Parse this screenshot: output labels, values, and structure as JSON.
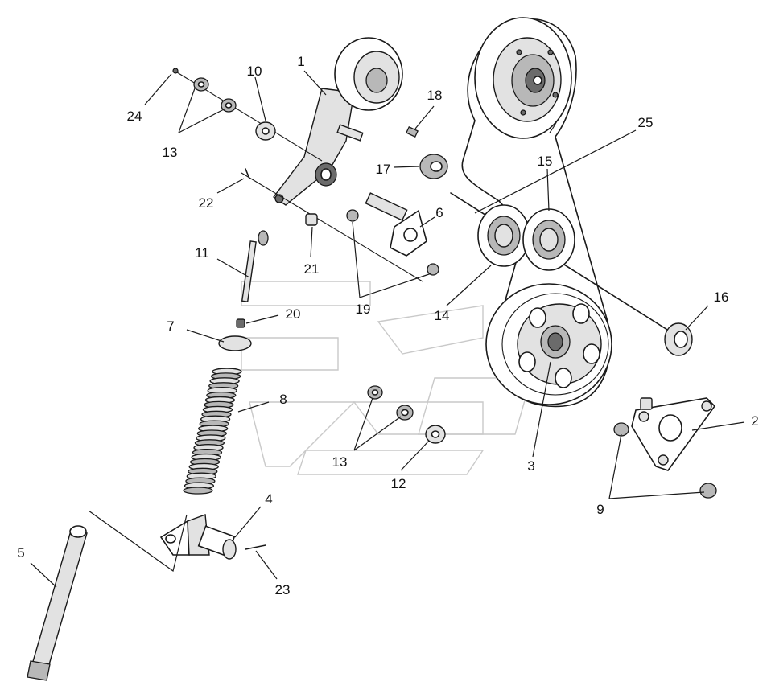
{
  "diagram": {
    "labels": [
      {
        "id": "1",
        "text": "1"
      },
      {
        "id": "2",
        "text": "2"
      },
      {
        "id": "3",
        "text": "3"
      },
      {
        "id": "4",
        "text": "4"
      },
      {
        "id": "5",
        "text": "5"
      },
      {
        "id": "6",
        "text": "6"
      },
      {
        "id": "7",
        "text": "7"
      },
      {
        "id": "8",
        "text": "8"
      },
      {
        "id": "9",
        "text": "9"
      },
      {
        "id": "10",
        "text": "10"
      },
      {
        "id": "11",
        "text": "11"
      },
      {
        "id": "12",
        "text": "12"
      },
      {
        "id": "13a",
        "text": "13"
      },
      {
        "id": "13b",
        "text": "13"
      },
      {
        "id": "14",
        "text": "14"
      },
      {
        "id": "15",
        "text": "15"
      },
      {
        "id": "16",
        "text": "16"
      },
      {
        "id": "17",
        "text": "17"
      },
      {
        "id": "18",
        "text": "18"
      },
      {
        "id": "19",
        "text": "19"
      },
      {
        "id": "20",
        "text": "20"
      },
      {
        "id": "21",
        "text": "21"
      },
      {
        "id": "22",
        "text": "22"
      },
      {
        "id": "23",
        "text": "23"
      },
      {
        "id": "24",
        "text": "24"
      },
      {
        "id": "25",
        "text": "25"
      }
    ]
  }
}
